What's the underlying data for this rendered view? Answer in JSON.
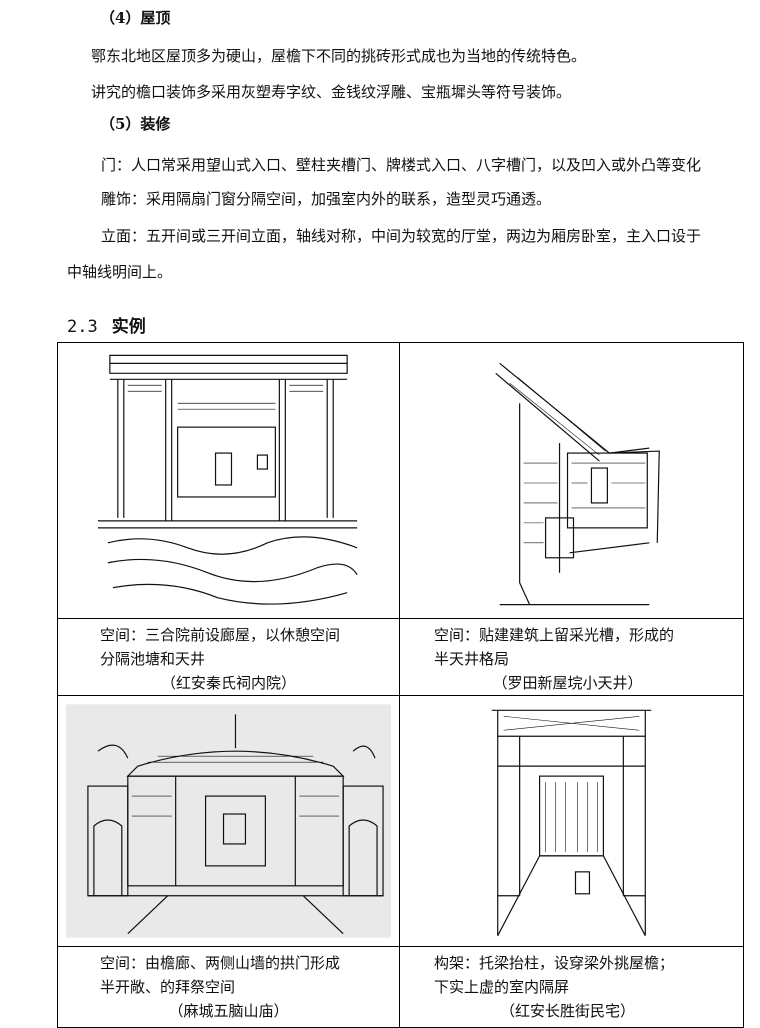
{
  "roof": {
    "heading": "（4）屋顶",
    "line1": "鄂东北地区屋顶多为硬山，屋檐下不同的挑砖形式成也为当地的传统特色。",
    "line2": "讲究的檐口装饰多采用灰塑寿字纹、金钱纹浮雕、宝瓶墀头等符号装饰。"
  },
  "decoration": {
    "heading": "（5）装修",
    "door": "门：人口常采用望山式入口、壁柱夹槽门、牌楼式入口、八字槽门，以及凹入或外凸等变化",
    "carving": "雕饰：采用隔扇门窗分隔空间，加强室内外的联系，造型灵巧通透。",
    "facade": "立面：五开间或三开间立面，轴线对称，中间为较宽的厅堂，两边为厢房卧室，主入口设于",
    "facade_cont": "中轴线明间上。"
  },
  "section": {
    "number": "2.3",
    "title": "实例"
  },
  "examples": [
    {
      "caption_line1": "空间：三合院前设廊屋，以休憩空间",
      "caption_line2": "分隔池塘和天井",
      "source": "（红安秦氏祠内院）"
    },
    {
      "caption_line1": "空间：贴建建筑上留采光槽，形成的",
      "caption_line2": "半天井格局",
      "source": "（罗田新屋垸小天井）"
    },
    {
      "caption_line1": "空间：由檐廊、两侧山墙的拱门形成",
      "caption_line2": "半开敞、的拜祭空间",
      "source": "（麻城五脑山庙）"
    },
    {
      "caption_line1": "构架：托梁抬柱，设穿梁外挑屋檐；",
      "caption_line2": "下实上虚的室内隔屏",
      "source": "（红安长胜街民宅）"
    }
  ]
}
